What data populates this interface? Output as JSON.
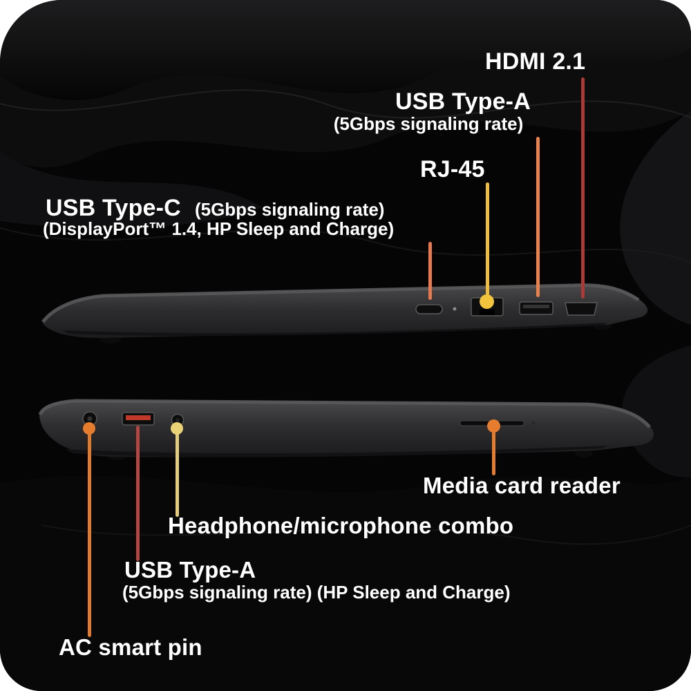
{
  "image": {
    "type": "product-ports-diagram",
    "device": "laptop side views with port callouts"
  },
  "colors": {
    "page": "#ffffff",
    "background": "#050505",
    "label_text": "#ffffff",
    "hdmi_line": "#a93a36",
    "usb_a_top_line": "#e8824d",
    "rj45_line": "#eebd3e",
    "rj45_dot": "#f2c53d",
    "usb_c_line": "#e6794f",
    "media_line": "#e67d2e",
    "media_dot": "#e67d2e",
    "headphone_line": "#e3cd7d",
    "headphone_dot": "#e8d275",
    "usb_a_bottom_line": "#b34543",
    "usb_a_port_red": "#c0392b",
    "ac_line": "#df7a2e",
    "ac_dot": "#e67d2e"
  },
  "top_view": {
    "name": "right-side-ports",
    "labels": {
      "hdmi": {
        "title": "HDMI 2.1"
      },
      "usb_a": {
        "title": "USB Type-A",
        "sub": "(5Gbps signaling rate)"
      },
      "rj45": {
        "title": "RJ-45"
      },
      "usb_c": {
        "title": "USB Type-C",
        "sub1": "(5Gbps signaling rate)",
        "sub2": "(DisplayPort™ 1.4, HP Sleep and Charge)"
      }
    }
  },
  "bottom_view": {
    "name": "left-side-ports",
    "labels": {
      "media_card": {
        "title": "Media card reader"
      },
      "headphone": {
        "title": "Headphone/microphone combo"
      },
      "usb_a": {
        "title": "USB Type-A",
        "sub": "(5Gbps signaling rate) (HP Sleep and Charge)"
      },
      "ac_pin": {
        "title": "AC smart pin"
      }
    }
  }
}
